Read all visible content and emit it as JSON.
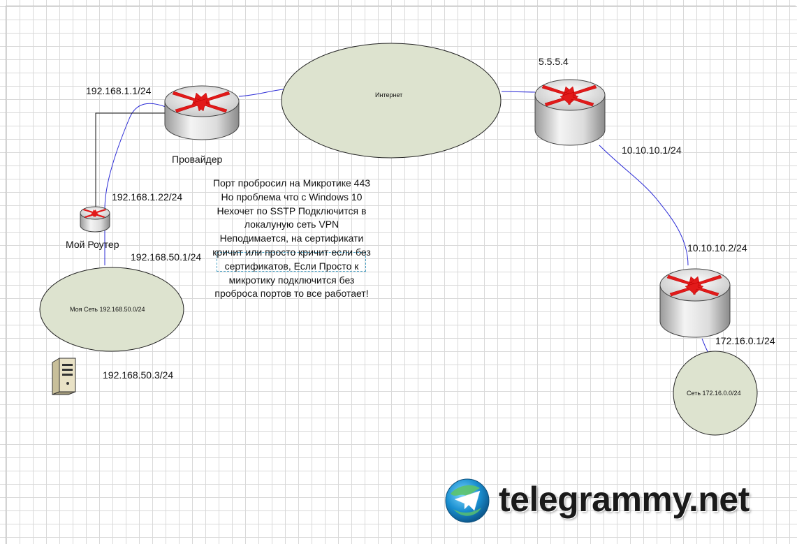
{
  "nodes": {
    "internet": {
      "label": "Интернет"
    },
    "provider_router": {
      "label": "Провайдер"
    },
    "my_router": {
      "label": "Мой Роутер"
    },
    "my_network": {
      "label": "Моя Сеть 192.168.50.0/24"
    },
    "remote_network": {
      "label": "Сеть 172.16.0.0/24"
    }
  },
  "ip_labels": {
    "provider_lan": "192.168.1.1/24",
    "my_router_wan": "192.168.1.22/24",
    "my_router_lan": "192.168.50.1/24",
    "server": "192.168.50.3/24",
    "remote_wan": "5.5.5.4",
    "remote_link_a": "10.10.10.1/24",
    "remote_link_b": "10.10.10.2/24",
    "remote_lan": "172.16.0.1/24"
  },
  "note": "Порт пробросил на Микротике 443 Но проблема что с Windows 10 Нехочет по SSTP Подключится в локалуную сеть VPN Неподимается, на сертификати кричит или просто кричит если без сертификатов, Если Просто к микротику подключится без проброса портов то все работает!",
  "watermark": "telegrammy.net",
  "colors": {
    "cloud_fill": "#dde3cf",
    "link_blue": "#2b2bd6",
    "arrow_red": "#e21a1a"
  }
}
